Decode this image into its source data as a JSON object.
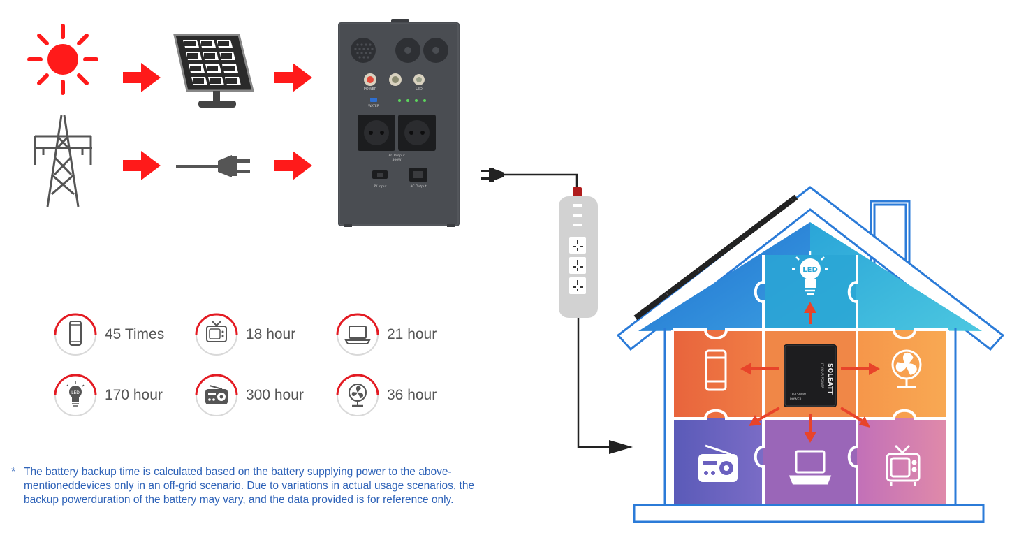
{
  "colors": {
    "arrow_red": "#ff1a1a",
    "accent_blue": "#2f63b8",
    "house_outline": "#2b7bd8",
    "station_gray": "#4a4d52",
    "ring_red": "#e31b23",
    "text_gray": "#555555"
  },
  "sources": [
    {
      "icon": "sun-icon"
    },
    {
      "icon": "solar-panel-icon"
    },
    {
      "icon": "power-tower-icon"
    },
    {
      "icon": "ac-plug-icon"
    }
  ],
  "station": {
    "labels": {
      "power": "POWER",
      "led": "LED",
      "usb": "WATER",
      "ac_output": "AC Output",
      "ac_output_watts": "500W",
      "pv_input": "PV Input",
      "ac_input": "AC Output"
    }
  },
  "runtimes": [
    {
      "icon": "smartphone-icon",
      "value": "45 Times"
    },
    {
      "icon": "tv-icon",
      "value": "18 hour"
    },
    {
      "icon": "laptop-icon",
      "value": "21 hour"
    },
    {
      "icon": "led-bulb-icon",
      "value": "170 hour"
    },
    {
      "icon": "radio-icon",
      "value": "300 hour"
    },
    {
      "icon": "fan-icon",
      "value": "36 hour"
    }
  ],
  "house": {
    "bulb_label": "LED",
    "device": {
      "brand": "SOLEATT",
      "tagline": "IT YOUR POWER",
      "model": "1P-1500W",
      "sub": "POWER"
    }
  },
  "note": {
    "star": "*",
    "text": "The battery backup time is calculated based on the battery supplying power to the above-mentioneddevices only in an off-grid scenario. Due to variations in actual usage scenarios, the backup powerduration of the battery may vary, and the data provided is for reference only."
  }
}
